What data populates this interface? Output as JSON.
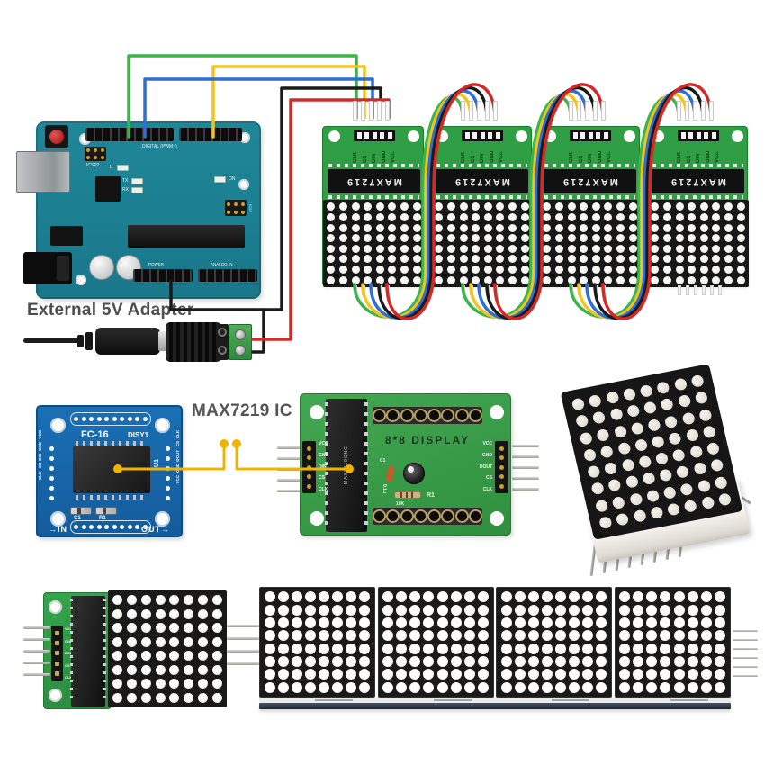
{
  "labels": {
    "adapter": "External 5V Adapter",
    "ic_callout": "MAX7219 IC"
  },
  "colors": {
    "wire_green": "#3cb44a",
    "wire_yellow": "#f2c41d",
    "wire_blue": "#2d6fd2",
    "wire_black": "#1a1a1a",
    "wire_red": "#d62828",
    "callout_yellow": "#f0b400",
    "pcb_green": "#2f9e44",
    "pcb_blue": "#1566ad",
    "arduino_teal": "#1d7e8f"
  },
  "arduino": {
    "reset": "RESET",
    "icsp2": "ICSP2",
    "icsp": "ICSP",
    "digital": "DIGITAL (PWM~)",
    "tx": "TX",
    "rx": "RX",
    "led": "L",
    "on": "ON",
    "power": "POWER",
    "analog": "ANALOG IN"
  },
  "matrix_module": {
    "chip": "MAX7219",
    "pins": [
      "CLK",
      "CS",
      "DIN",
      "GND",
      "VCC"
    ],
    "count": 4,
    "rows": 8,
    "cols": 8
  },
  "fc16": {
    "title": "FC-16",
    "rev": "DISY1",
    "chip_ref": "U1",
    "c1": "C1",
    "r1": "R1",
    "in": "→IN",
    "out": "OUT→",
    "left_pins": [
      "VCC",
      "GND",
      "DIN",
      "CS",
      "CLK"
    ],
    "right_pins": [
      "CLK",
      "CS",
      "DOUT",
      "GND",
      "VCC"
    ]
  },
  "display_board": {
    "title": "8*8 DISPLAY",
    "chip": "MAX7219CNG",
    "c1": "C1",
    "c1_val": "0.1u",
    "r1": "R1",
    "r1_val": "10K",
    "left_pins": [
      "VCC",
      "GND",
      "DIN",
      "CS",
      "CLK"
    ],
    "right_pins": [
      "VCC",
      "GND",
      "DOUT",
      "CS",
      "CLK"
    ]
  },
  "bottom_module": {
    "pins": [
      "VCC",
      "GND",
      "DIN",
      "CS",
      "CLK"
    ],
    "rows": 8,
    "cols": 8
  },
  "bottom_strip": {
    "panels": 4,
    "rows": 8,
    "cols": 8
  }
}
